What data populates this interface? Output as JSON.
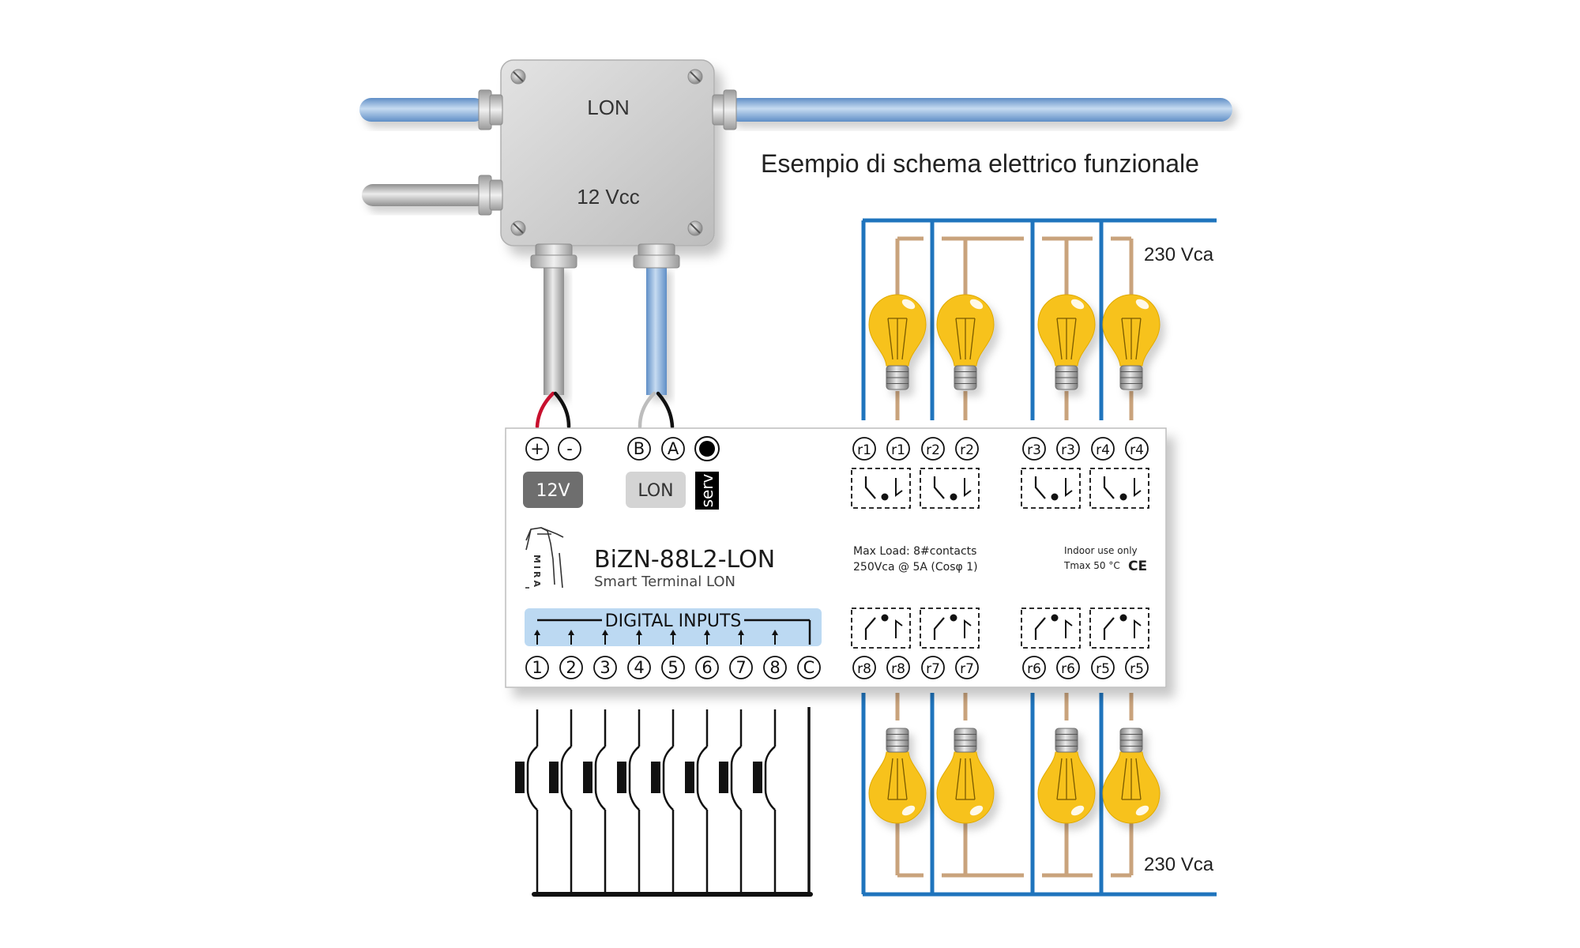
{
  "title": "Esempio di schema elettrico funzionale",
  "junction_box": {
    "lon_label": "LON",
    "power_label": "12 Vcc"
  },
  "mains": {
    "top_label": "230 Vca",
    "bottom_label": "230 Vca"
  },
  "device": {
    "name": "BiZN-88L2-LON",
    "subtitle": "Smart Terminal LON",
    "logo_text": "MIRA",
    "power_terminals": [
      "+",
      "-"
    ],
    "power_badge": "12V",
    "bus_terminals": [
      "B",
      "A"
    ],
    "bus_badge": "LON",
    "service_label": "serv",
    "spec_line_1": "Max Load:  8#contacts",
    "spec_line_2": "250Vca @ 5A (Cosφ 1)",
    "indoor_line_1": "Indoor use only",
    "indoor_line_2": "Tmax 50 °C",
    "ce_mark": "CE",
    "digital_inputs_label": "DIGITAL INPUTS",
    "input_terminals": [
      "1",
      "2",
      "3",
      "4",
      "5",
      "6",
      "7",
      "8",
      "C"
    ],
    "relay_top_terminals": [
      "r1",
      "r1",
      "r2",
      "r2",
      "r3",
      "r3",
      "r4",
      "r4"
    ],
    "relay_bottom_terminals": [
      "r8",
      "r8",
      "r7",
      "r7",
      "r6",
      "r6",
      "r5",
      "r5"
    ]
  },
  "colors": {
    "lon_cable": "#8eb3dc",
    "power_cable": "#c4c4c4",
    "mains_wire": "#1f74bd",
    "neutral_wire": "#c9a37c",
    "bulb": "#f7c21b",
    "digital_inputs_band": "#bcd9f2",
    "badge_12v": "#6e6e6e",
    "badge_lon": "#d4d4d4",
    "badge_serv": "#000000",
    "wire_red": "#c8102e"
  }
}
